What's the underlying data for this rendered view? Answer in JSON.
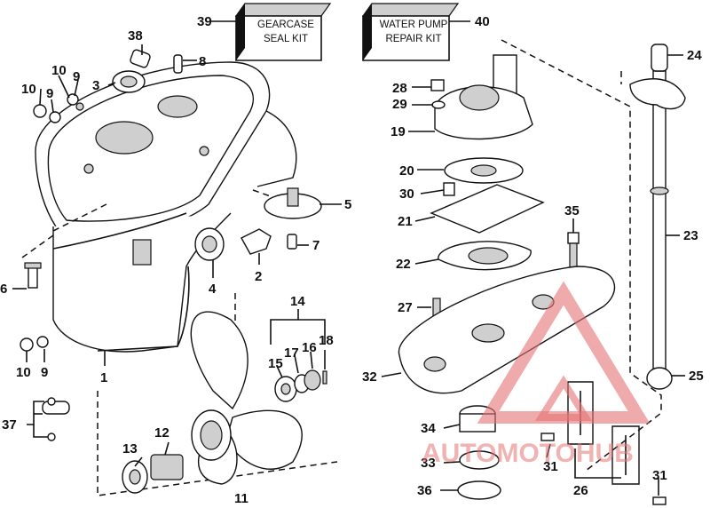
{
  "kits": [
    {
      "number": "39",
      "line1": "GEARCASE",
      "line2": "SEAL KIT"
    },
    {
      "number": "40",
      "line1": "WATER PUMP",
      "line2": "REPAIR KIT"
    }
  ],
  "callouts": {
    "c1": "1",
    "c2": "2",
    "c3": "3",
    "c4": "4",
    "c5": "5",
    "c6": "6",
    "c7": "7",
    "c8": "8",
    "c9a": "9",
    "c9b": "9",
    "c9c": "9",
    "c10a": "10",
    "c10b": "10",
    "c10c": "10",
    "c11": "11",
    "c12": "12",
    "c13": "13",
    "c14": "14",
    "c15": "15",
    "c16": "16",
    "c17": "17",
    "c18": "18",
    "c19": "19",
    "c20": "20",
    "c21": "21",
    "c22": "22",
    "c23": "23",
    "c24": "24",
    "c25": "25",
    "c26": "26",
    "c27": "27",
    "c28": "28",
    "c29": "29",
    "c30": "30",
    "c31a": "31",
    "c31b": "31",
    "c32": "32",
    "c33": "33",
    "c34": "34",
    "c35": "35",
    "c36": "36",
    "c37": "37",
    "c38": "38"
  },
  "watermark": {
    "text": "AUTOMOTOHUB",
    "color": "#e57373"
  }
}
